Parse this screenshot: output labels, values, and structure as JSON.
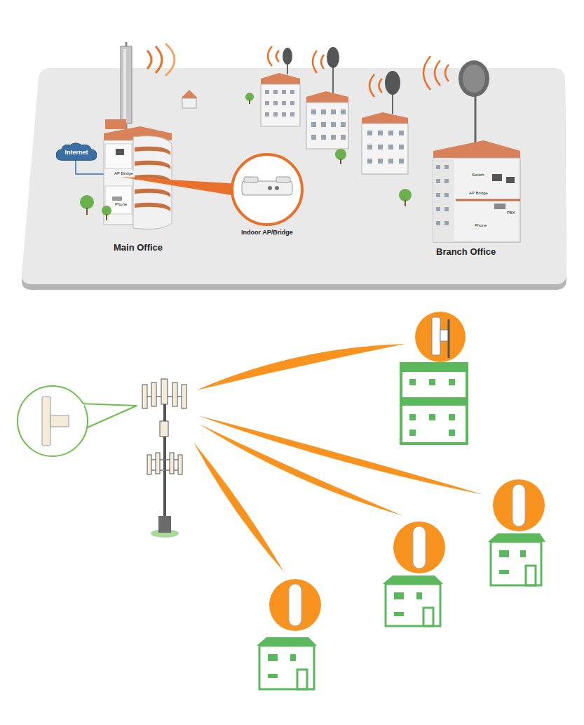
{
  "diagram": {
    "nodes": [
      {
        "text": [
          "Internet"
        ]
      }
    ],
    "labels": [
      "AP Bridge",
      "Phone",
      "Indoor AP/Bridge",
      "Main Office",
      "Branch Office",
      "Switch",
      "AP Bridge",
      "PBX",
      "Phone"
    ]
  }
}
